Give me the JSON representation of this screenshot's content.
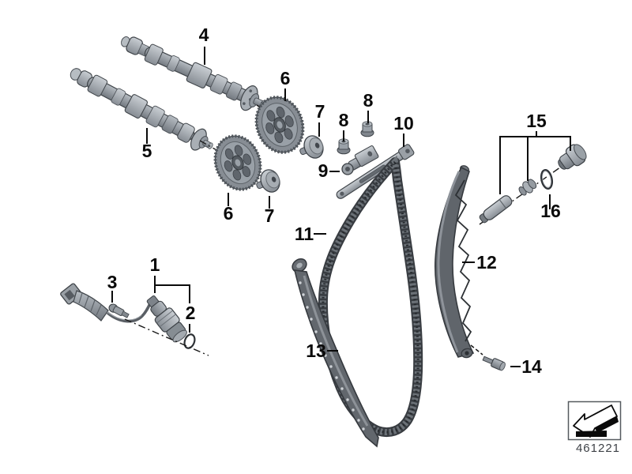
{
  "diagram": {
    "code": "461221"
  },
  "footer": {
    "thumbnail_icon": "page-turn-arrow-icon"
  },
  "callouts": {
    "c1": "1",
    "c2": "2",
    "c3": "3",
    "c4": "4",
    "c5": "5",
    "c6a": "6",
    "c6b": "6",
    "c7a": "7",
    "c7b": "7",
    "c8a": "8",
    "c8b": "8",
    "c9": "9",
    "c10": "10",
    "c11": "11",
    "c12": "12",
    "c13": "13",
    "c14": "14",
    "c15": "15",
    "c16": "16"
  },
  "colors": {
    "background": "#ffffff",
    "callout_text": "#0a0a0a",
    "metal_light": "#c9ced3",
    "metal_mid": "#9aa1a8",
    "metal_dark": "#4a4f55",
    "rail_gray": "#60656b",
    "chain_gray": "#383c41",
    "code_text": "#3e4247"
  }
}
